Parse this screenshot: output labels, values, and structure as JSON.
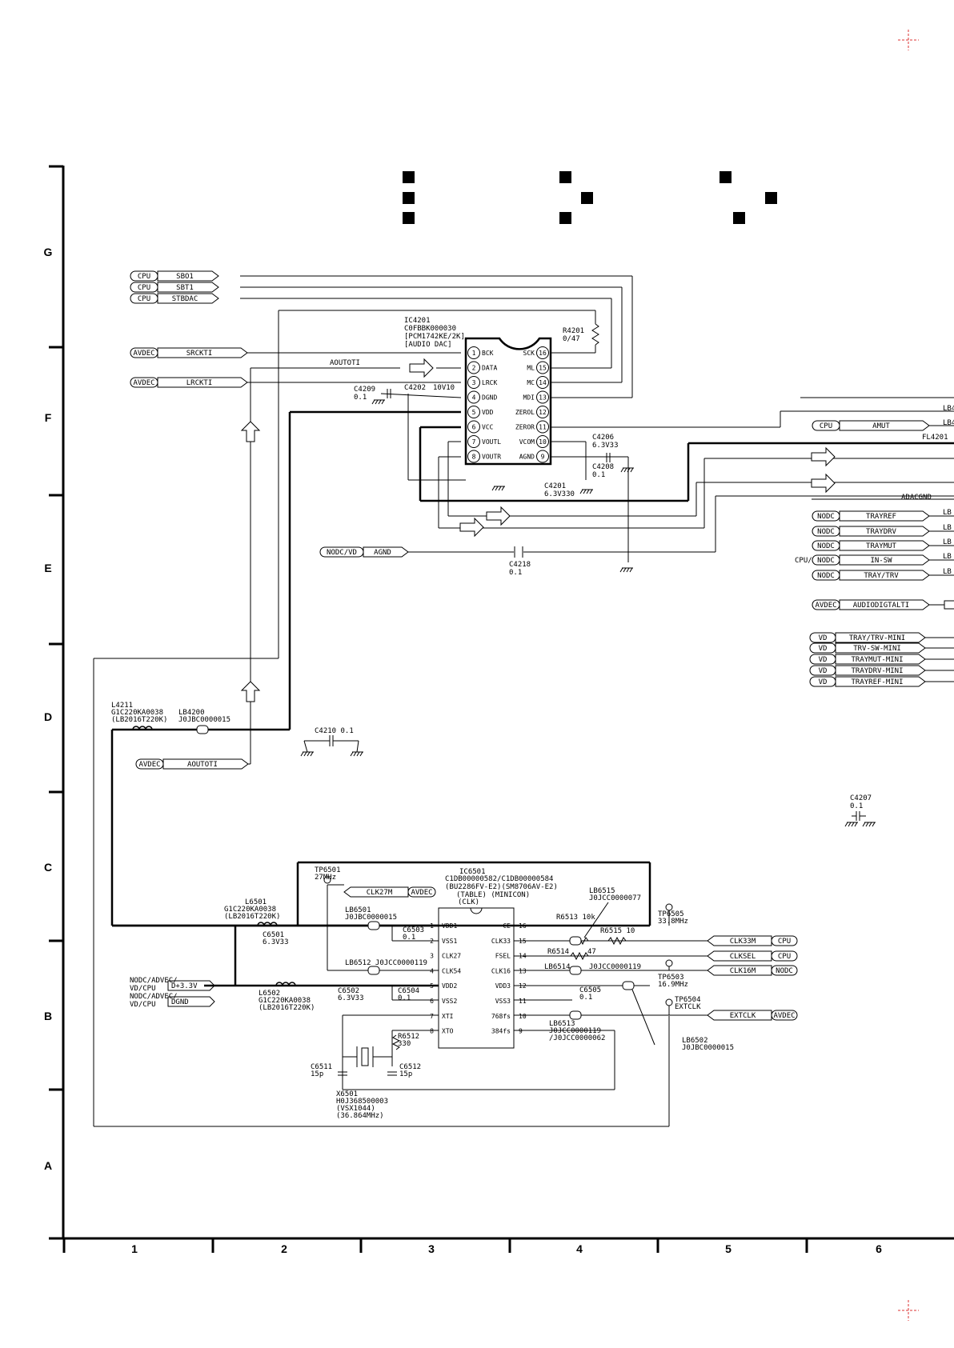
{
  "axis": {
    "rows": [
      "G",
      "F",
      "E",
      "D",
      "C",
      "B",
      "A"
    ],
    "cols": [
      "1",
      "2",
      "3",
      "4",
      "5",
      "6"
    ]
  },
  "connectors": {
    "sbo1": {
      "tag": "CPU",
      "label": "SBO1"
    },
    "sbt1": {
      "tag": "CPU",
      "label": "SBT1"
    },
    "stbdac": {
      "tag": "CPU",
      "label": "STBDAC"
    },
    "srckti": {
      "tag": "AVDEC",
      "label": "SRCKTI"
    },
    "lrckti": {
      "tag": "AVDEC",
      "label": "LRCKTI"
    },
    "aoutoti_bot": {
      "tag": "AVDEC",
      "label": "AOUTOTI"
    },
    "agnd": {
      "tag": "NODC/VD",
      "label": "AGND"
    },
    "amut": {
      "tag": "CPU",
      "label": "AMUT"
    },
    "trayref": {
      "tag": "NODC",
      "label": "TRAYREF"
    },
    "traydrv": {
      "tag": "NODC",
      "label": "TRAYDRV"
    },
    "traymut": {
      "tag": "NODC",
      "label": "TRAYMUT"
    },
    "insw": {
      "tag": "NODC",
      "pre": "CPU/",
      "label": "IN-SW"
    },
    "traytrv": {
      "tag": "NODC",
      "label": "TRAY/TRV"
    },
    "audiodig": {
      "tag": "AVDEC",
      "label": "AUDIODIGTALTI"
    },
    "vd1": {
      "tag": "VD",
      "label": "TRAY/TRV-MINI"
    },
    "vd2": {
      "tag": "VD",
      "label": "TRV-SW-MINI"
    },
    "vd3": {
      "tag": "VD",
      "label": "TRAYMUT-MINI"
    },
    "vd4": {
      "tag": "VD",
      "label": "TRAYDRV-MINI"
    },
    "vd5": {
      "tag": "VD",
      "label": "TRAYREF-MINI"
    },
    "clk27m": {
      "tag": "AVDEC",
      "label": "CLK27M"
    },
    "clk33m": {
      "tag": "CPU",
      "label": "CLK33M"
    },
    "clksel": {
      "tag": "CPU",
      "label": "CLKSEL"
    },
    "clk16m": {
      "tag": "NODC",
      "label": "CLK16M"
    },
    "extclk": {
      "tag": "AVDEC",
      "label": "EXTCLK"
    },
    "d33v": {
      "tag": "NODC/ADVEC/",
      "tag2": "VD/CPU",
      "label": "D+3.3V"
    },
    "dgnd": {
      "tag": "NODC/ADVEC/",
      "tag2": "VD/CPU",
      "label": "DGND"
    }
  },
  "nets": {
    "aoutoti": "AOUTOTI",
    "adacgnd": "ADACGND",
    "lb1": "LB4",
    "lb2": "LB4",
    "fl4201": "FL4201",
    "lbr": [
      "LB",
      "LB",
      "LB",
      "LB",
      "LB"
    ]
  },
  "ic4201": {
    "lines": [
      "IC4201",
      "C0FBBK000030",
      "[PCM1742KE/2K]",
      "[AUDIO DAC]"
    ],
    "left_pins": [
      {
        "n": "1",
        "name": "BCK"
      },
      {
        "n": "2",
        "name": "DATA"
      },
      {
        "n": "3",
        "name": "LRCK"
      },
      {
        "n": "4",
        "name": "DGND"
      },
      {
        "n": "5",
        "name": "VDD"
      },
      {
        "n": "6",
        "name": "VCC"
      },
      {
        "n": "7",
        "name": "VOUTL"
      },
      {
        "n": "8",
        "name": "VOUTR"
      }
    ],
    "right_pins": [
      {
        "n": "16",
        "name": "SCK"
      },
      {
        "n": "15",
        "name": "ML"
      },
      {
        "n": "14",
        "name": "MC"
      },
      {
        "n": "13",
        "name": "MDI"
      },
      {
        "n": "12",
        "name": "ZEROL"
      },
      {
        "n": "11",
        "name": "ZEROR"
      },
      {
        "n": "10",
        "name": "VCOM"
      },
      {
        "n": "9",
        "name": "AGND"
      }
    ]
  },
  "ic6501": {
    "lines": [
      "IC6501",
      "C1DB00000582/C1DB00000584",
      "(BU2286FV-E2)(SM8706AV-E2)",
      "(TABLE)    (MINICON)",
      "(CLK)"
    ],
    "left_pins": [
      {
        "n": "1",
        "name": "VDD1"
      },
      {
        "n": "2",
        "name": "VSS1"
      },
      {
        "n": "3",
        "name": "CLK27"
      },
      {
        "n": "4",
        "name": "CLK54"
      },
      {
        "n": "5",
        "name": "VDD2"
      },
      {
        "n": "6",
        "name": "VSS2"
      },
      {
        "n": "7",
        "name": "XTI"
      },
      {
        "n": "8",
        "name": "XTO"
      }
    ],
    "right_pins": [
      {
        "n": "16",
        "name": "CE"
      },
      {
        "n": "15",
        "name": "CLK33"
      },
      {
        "n": "14",
        "name": "FSEL"
      },
      {
        "n": "13",
        "name": "CLK16"
      },
      {
        "n": "12",
        "name": "VDD3"
      },
      {
        "n": "11",
        "name": "VSS3"
      },
      {
        "n": "10",
        "name": "768fs"
      },
      {
        "n": "9",
        "name": "384fs"
      }
    ]
  },
  "parts": {
    "r4201": [
      "R4201",
      "0/47"
    ],
    "c4209": [
      "C4209",
      "0.1"
    ],
    "c4202": [
      "C4202",
      "10V10"
    ],
    "c4206": [
      "C4206",
      "6.3V33"
    ],
    "c4208": [
      "C4208",
      "0.1"
    ],
    "c4201": [
      "C4201",
      "6.3V330"
    ],
    "c4218": [
      "C4218",
      "0.1"
    ],
    "c4210": [
      "C4210 0.1"
    ],
    "c4207": [
      "C4207",
      "0.1"
    ],
    "l4211": [
      "L4211",
      "G1C220KA0038",
      "(LB2016T220K)"
    ],
    "lb4200": [
      "LB4200",
      "J0JBC0000015"
    ],
    "tp6501": [
      "TP6501",
      "27MHz"
    ],
    "l6501": [
      "L6501",
      "G1C220KA0038",
      "(LB2016T220K)"
    ],
    "c6501": [
      "C6501",
      "6.3V33"
    ],
    "lb6501": [
      "LB6501",
      "J0JBC0000015"
    ],
    "c6503": [
      "C6503",
      "0.1"
    ],
    "lb6512": [
      "LB6512  J0JCC0000119"
    ],
    "l6502": [
      "L6502",
      "G1C220KA0038",
      "(LB2016T220K)"
    ],
    "c6502": [
      "C6502",
      "6.3V33"
    ],
    "c6504": [
      "C6504",
      "0.1"
    ],
    "r6512": [
      "R6512",
      "330"
    ],
    "c6511": [
      "C6511",
      "15p"
    ],
    "c6512": [
      "C6512",
      "15p"
    ],
    "x6501": [
      "X6501",
      "H0J368500003",
      "(VSX1044)",
      "(36.864MHz)"
    ],
    "lb6515": [
      "LB6515",
      "J0JCC0000077"
    ],
    "r6513": [
      "R6513  10k"
    ],
    "r6515": [
      "R6515 10"
    ],
    "r6514": [
      "R6514",
      "47"
    ],
    "lb6514": [
      "LB6514",
      "J0JCC0000119"
    ],
    "c6505": [
      "C6505",
      "0.1"
    ],
    "lb6513": [
      "LB6513",
      "J0JCC0000119",
      "/J0JCC0000062"
    ],
    "lb6502": [
      "LB6502",
      "J0JBC0000015"
    ],
    "tp6505": [
      "TP6505",
      "33.8MHz"
    ],
    "tp6503": [
      "TP6503",
      "16.9MHz"
    ],
    "tp6504": [
      "TP6504",
      "EXTCLK"
    ]
  }
}
